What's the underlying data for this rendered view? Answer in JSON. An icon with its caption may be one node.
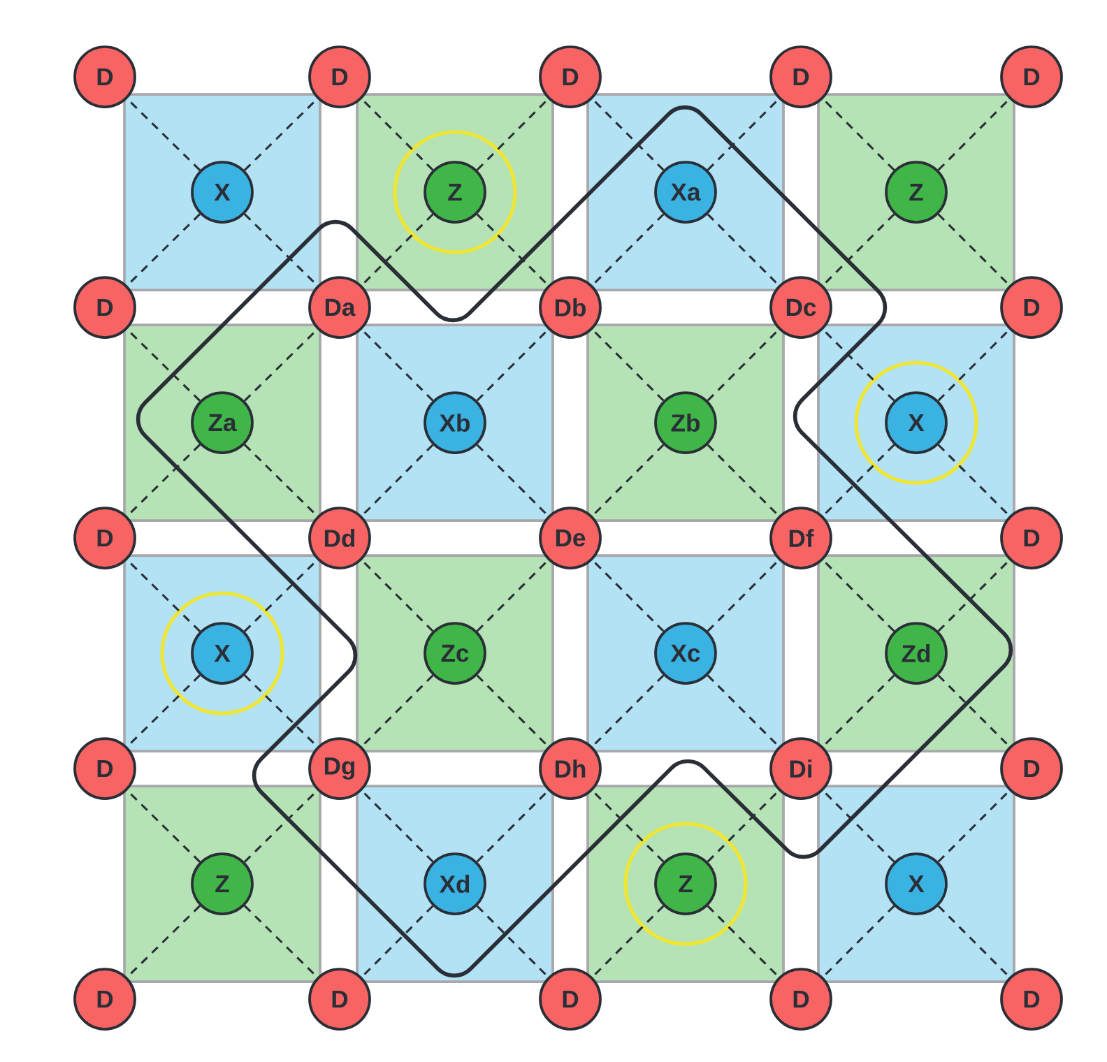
{
  "diagram": {
    "nodes": [
      {
        "text": [
          "D"
        ]
      },
      {
        "text": [
          "D"
        ]
      },
      {
        "text": [
          "D"
        ]
      },
      {
        "text": [
          "D"
        ]
      },
      {
        "text": [
          "D"
        ]
      },
      {
        "text": [],
        "shape": "box"
      },
      {
        "text": [
          "X"
        ],
        "in": 5
      },
      {
        "text": [],
        "shape": "box"
      },
      {
        "text": [
          "Z"
        ],
        "in": 7
      },
      {
        "text": [],
        "shape": "box"
      },
      {
        "text": [
          "Xa"
        ],
        "in": 9
      },
      {
        "text": [],
        "shape": "box"
      },
      {
        "text": [
          "Z"
        ],
        "in": 11
      },
      {
        "text": [
          "D"
        ]
      },
      {
        "text": [
          "Da"
        ]
      },
      {
        "text": [
          "Db"
        ]
      },
      {
        "text": [
          "Dc"
        ]
      },
      {
        "text": [
          "D"
        ]
      },
      {
        "text": [],
        "shape": "box"
      },
      {
        "text": [
          "Za"
        ],
        "in": 18
      },
      {
        "text": [],
        "shape": "box"
      },
      {
        "text": [
          "Xb"
        ],
        "in": 20
      },
      {
        "text": [],
        "shape": "box"
      },
      {
        "text": [
          "Zb"
        ],
        "in": 22
      },
      {
        "text": [],
        "shape": "box"
      },
      {
        "text": [
          "X"
        ],
        "in": 24
      },
      {
        "text": [
          "D"
        ]
      },
      {
        "text": [
          "Dd"
        ]
      },
      {
        "text": [
          "De"
        ]
      },
      {
        "text": [
          "Df"
        ]
      },
      {
        "text": [
          "D"
        ]
      },
      {
        "text": [],
        "shape": "box"
      },
      {
        "text": [
          "X"
        ],
        "in": 31
      },
      {
        "text": [],
        "shape": "box"
      },
      {
        "text": [
          "Zc"
        ],
        "in": 33
      },
      {
        "text": [],
        "shape": "box"
      },
      {
        "text": [
          "Xc"
        ],
        "in": 35
      },
      {
        "text": [],
        "shape": "box"
      },
      {
        "text": [
          "Zd"
        ],
        "in": 37
      },
      {
        "text": [
          "D"
        ]
      },
      {
        "text": [
          "Dg"
        ]
      },
      {
        "text": [
          "Dh"
        ]
      },
      {
        "text": [
          "Di"
        ]
      },
      {
        "text": [
          "D"
        ]
      },
      {
        "text": [],
        "shape": "box"
      },
      {
        "text": [
          "Z"
        ],
        "in": 44
      },
      {
        "text": [],
        "shape": "box"
      },
      {
        "text": [
          "Xd"
        ],
        "in": 46
      },
      {
        "text": [],
        "shape": "box"
      },
      {
        "text": [
          "Z"
        ],
        "in": 48
      },
      {
        "text": [],
        "shape": "box"
      },
      {
        "text": [
          "X"
        ],
        "in": 50
      },
      {
        "text": [
          "D"
        ]
      },
      {
        "text": [
          "D"
        ]
      },
      {
        "text": [
          "D"
        ]
      },
      {
        "text": [
          "D"
        ]
      },
      {
        "text": [
          "D"
        ]
      }
    ],
    "edges": [
      {
        "from": 6,
        "to": 0,
        "arrow": "none",
        "style": "dashed"
      },
      {
        "from": 6,
        "to": 1,
        "arrow": "none",
        "style": "dashed"
      },
      {
        "from": 6,
        "to": 13,
        "arrow": "none",
        "style": "dashed"
      },
      {
        "from": 6,
        "to": 14,
        "arrow": "none",
        "style": "dashed"
      },
      {
        "from": 8,
        "to": 1,
        "arrow": "none",
        "style": "dashed"
      },
      {
        "from": 8,
        "to": 2,
        "arrow": "none",
        "style": "dashed"
      },
      {
        "from": 8,
        "to": 14,
        "arrow": "none",
        "style": "dashed"
      },
      {
        "from": 8,
        "to": 15,
        "arrow": "none",
        "style": "dashed"
      },
      {
        "from": 10,
        "to": 2,
        "arrow": "none",
        "style": "dashed"
      },
      {
        "from": 10,
        "to": 3,
        "arrow": "none",
        "style": "dashed"
      },
      {
        "from": 10,
        "to": 15,
        "arrow": "none",
        "style": "dashed"
      },
      {
        "from": 10,
        "to": 16,
        "arrow": "none",
        "style": "dashed"
      },
      {
        "from": 12,
        "to": 3,
        "arrow": "none",
        "style": "dashed"
      },
      {
        "from": 12,
        "to": 4,
        "arrow": "none",
        "style": "dashed"
      },
      {
        "from": 12,
        "to": 16,
        "arrow": "none",
        "style": "dashed"
      },
      {
        "from": 12,
        "to": 17,
        "arrow": "none",
        "style": "dashed"
      },
      {
        "from": 19,
        "to": 13,
        "arrow": "none",
        "style": "dashed"
      },
      {
        "from": 19,
        "to": 14,
        "arrow": "none",
        "style": "dashed"
      },
      {
        "from": 19,
        "to": 26,
        "arrow": "none",
        "style": "dashed"
      },
      {
        "from": 19,
        "to": 27,
        "arrow": "none",
        "style": "dashed"
      },
      {
        "from": 21,
        "to": 14,
        "arrow": "none",
        "style": "dashed"
      },
      {
        "from": 21,
        "to": 15,
        "arrow": "none",
        "style": "dashed"
      },
      {
        "from": 21,
        "to": 27,
        "arrow": "none",
        "style": "dashed"
      },
      {
        "from": 21,
        "to": 28,
        "arrow": "none",
        "style": "dashed"
      },
      {
        "from": 23,
        "to": 15,
        "arrow": "none",
        "style": "dashed"
      },
      {
        "from": 23,
        "to": 16,
        "arrow": "none",
        "style": "dashed"
      },
      {
        "from": 23,
        "to": 28,
        "arrow": "none",
        "style": "dashed"
      },
      {
        "from": 23,
        "to": 29,
        "arrow": "none",
        "style": "dashed"
      },
      {
        "from": 25,
        "to": 16,
        "arrow": "none",
        "style": "dashed"
      },
      {
        "from": 25,
        "to": 17,
        "arrow": "none",
        "style": "dashed"
      },
      {
        "from": 25,
        "to": 29,
        "arrow": "none",
        "style": "dashed"
      },
      {
        "from": 25,
        "to": 30,
        "arrow": "none",
        "style": "dashed"
      },
      {
        "from": 32,
        "to": 26,
        "arrow": "none",
        "style": "dashed"
      },
      {
        "from": 32,
        "to": 27,
        "arrow": "none",
        "style": "dashed"
      },
      {
        "from": 32,
        "to": 39,
        "arrow": "none",
        "style": "dashed"
      },
      {
        "from": 32,
        "to": 40,
        "arrow": "none",
        "style": "dashed"
      },
      {
        "from": 34,
        "to": 27,
        "arrow": "none",
        "style": "dashed"
      },
      {
        "from": 34,
        "to": 28,
        "arrow": "none",
        "style": "dashed"
      },
      {
        "from": 34,
        "to": 40,
        "arrow": "none",
        "style": "dashed"
      },
      {
        "from": 34,
        "to": 41,
        "arrow": "none",
        "style": "dashed"
      },
      {
        "from": 36,
        "to": 28,
        "arrow": "none",
        "style": "dashed"
      },
      {
        "from": 36,
        "to": 29,
        "arrow": "none",
        "style": "dashed"
      },
      {
        "from": 36,
        "to": 41,
        "arrow": "none",
        "style": "dashed"
      },
      {
        "from": 36,
        "to": 42,
        "arrow": "none",
        "style": "dashed"
      },
      {
        "from": 38,
        "to": 29,
        "arrow": "none",
        "style": "dashed"
      },
      {
        "from": 38,
        "to": 30,
        "arrow": "none",
        "style": "dashed"
      },
      {
        "from": 38,
        "to": 42,
        "arrow": "none",
        "style": "dashed"
      },
      {
        "from": 38,
        "to": 43,
        "arrow": "none",
        "style": "dashed"
      },
      {
        "from": 45,
        "to": 39,
        "arrow": "none",
        "style": "dashed"
      },
      {
        "from": 45,
        "to": 40,
        "arrow": "none",
        "style": "dashed"
      },
      {
        "from": 45,
        "to": 52,
        "arrow": "none",
        "style": "dashed"
      },
      {
        "from": 45,
        "to": 53,
        "arrow": "none",
        "style": "dashed"
      },
      {
        "from": 47,
        "to": 40,
        "arrow": "none",
        "style": "dashed"
      },
      {
        "from": 47,
        "to": 41,
        "arrow": "none",
        "style": "dashed"
      },
      {
        "from": 47,
        "to": 53,
        "arrow": "none",
        "style": "dashed"
      },
      {
        "from": 47,
        "to": 54,
        "arrow": "none",
        "style": "dashed"
      },
      {
        "from": 49,
        "to": 41,
        "arrow": "none",
        "style": "dashed"
      },
      {
        "from": 49,
        "to": 42,
        "arrow": "none",
        "style": "dashed"
      },
      {
        "from": 49,
        "to": 54,
        "arrow": "none",
        "style": "dashed"
      },
      {
        "from": 49,
        "to": 55,
        "arrow": "none",
        "style": "dashed"
      },
      {
        "from": 51,
        "to": 42,
        "arrow": "none",
        "style": "dashed"
      },
      {
        "from": 51,
        "to": 43,
        "arrow": "none",
        "style": "dashed"
      },
      {
        "from": 51,
        "to": 55,
        "arrow": "none",
        "style": "dashed"
      },
      {
        "from": 51,
        "to": 56,
        "arrow": "none",
        "style": "dashed"
      }
    ]
  }
}
